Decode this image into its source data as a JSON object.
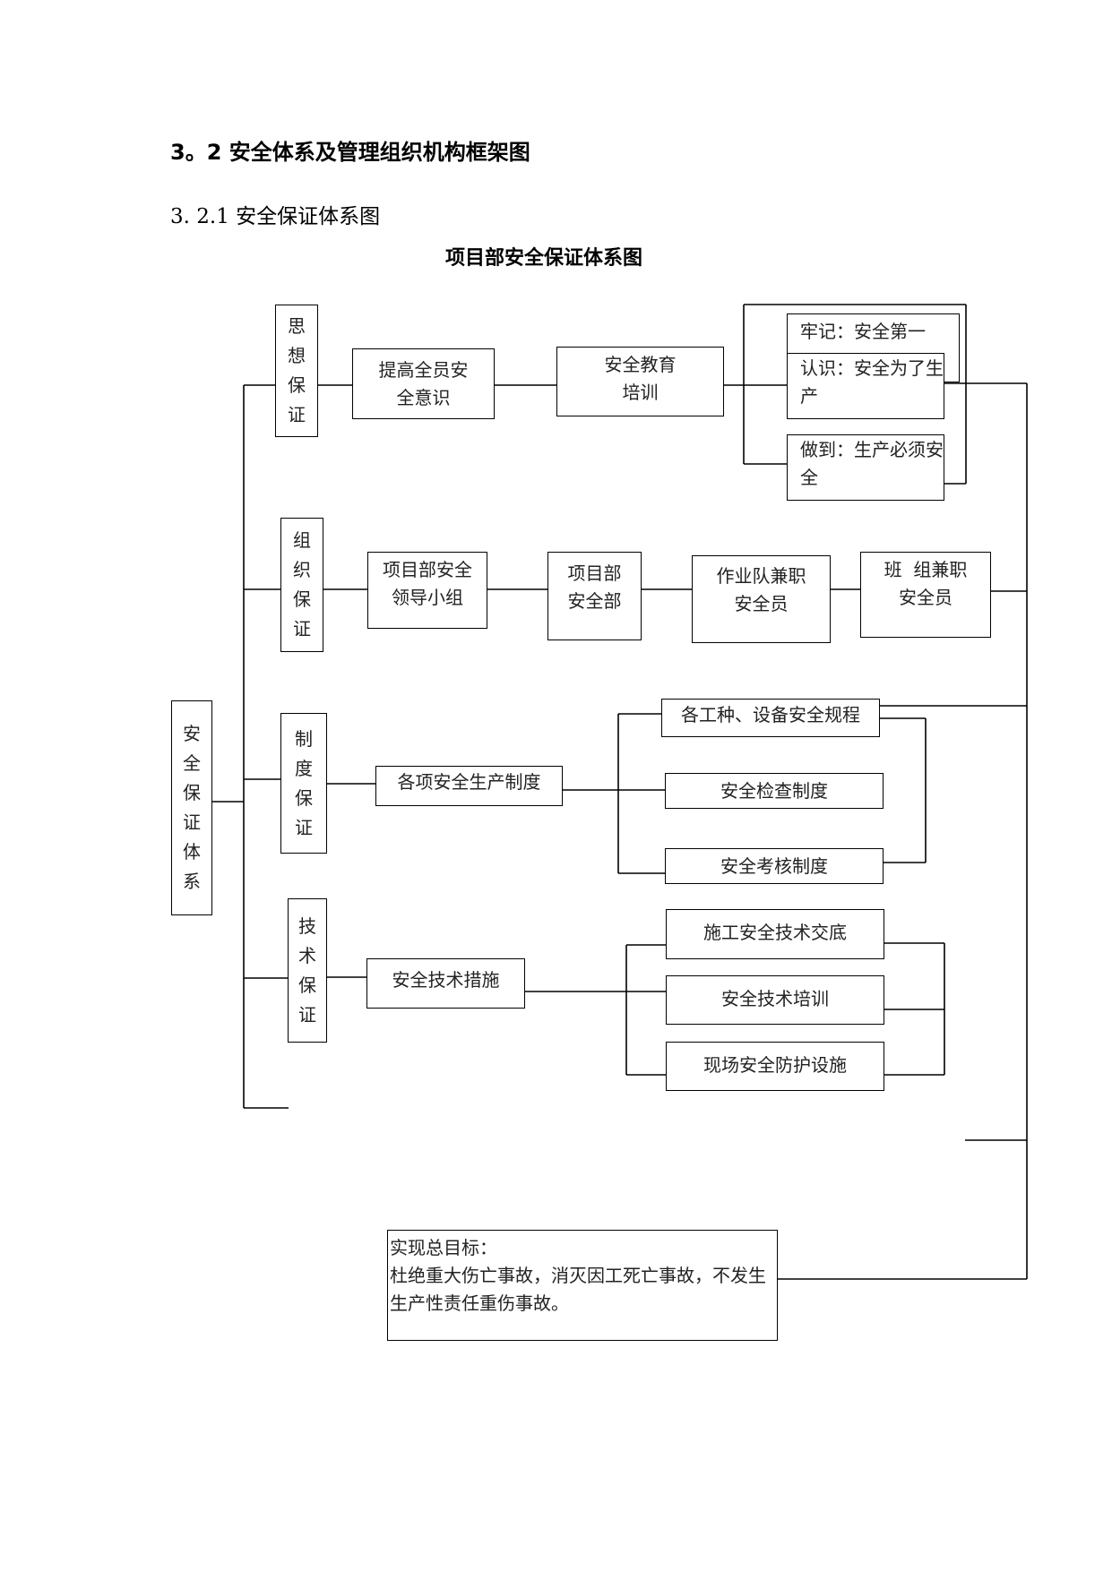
{
  "headings": {
    "section": "3。2  安全体系及管理组织机构框架图",
    "subsection": "3. 2.1 安全保证体系图",
    "chart_title": "项目部安全保证体系图"
  },
  "root": "安全保证体系",
  "branches": {
    "thought": {
      "label": "思想保证",
      "step1": "提高全员安全意识",
      "step2": "安全教育培训",
      "items": [
        "牢记：安全第一",
        "认识：安全为了生产",
        "做到：生产必须安全"
      ]
    },
    "organization": {
      "label": "组织保证",
      "steps": [
        "项目部安全领导小组",
        "项目部安全部",
        "作业队兼职安全员",
        "班  组兼职安全员"
      ]
    },
    "system": {
      "label": "制度保证",
      "step1": "各项安全生产制度",
      "items": [
        "各工种、设备安全规程",
        "安全检查制度",
        "安全考核制度"
      ]
    },
    "technical": {
      "label": "技术保证",
      "step1": "安全技术措施",
      "items": [
        "施工安全技术交底",
        "安全技术培训",
        "现场安全防护设施"
      ]
    }
  },
  "goal": {
    "title": "实现总目标：",
    "text": "杜绝重大伤亡事故，消灭因工死亡事故，不发生生产性责任重伤事故。"
  }
}
